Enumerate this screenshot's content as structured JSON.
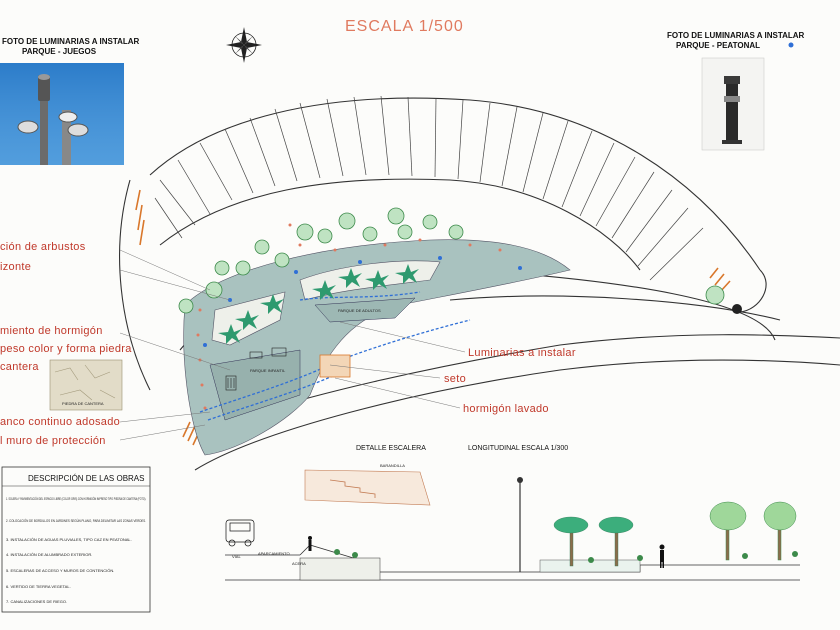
{
  "title": "ESCALA 1/500",
  "photo_left": {
    "line1": "FOTO DE LUMINARIAS A INSTALAR",
    "line2": "PARQUE - JUEGOS"
  },
  "photo_right": {
    "line1": "FOTO DE LUMINARIAS A INSTALAR",
    "line2": "PARQUE - PEATONAL"
  },
  "annotations_left": [
    "ción de arbustos",
    "izonte",
    "miento de hormigón",
    "peso color y forma piedra",
    "cantera",
    "anco continuo adosado",
    "l muro de protección"
  ],
  "annotations_right": [
    "Luminarias a instalar",
    "seto",
    "hormigón lavado"
  ],
  "plan_labels": {
    "park_adults": "PARQUE DE ADULTOS",
    "park_kids": "PARQUE INFANTIL",
    "stone_sample": "PIEDRA DE CANTERA"
  },
  "detail_stair": "DETALLE ESCALERA",
  "longitudinal": "LONGITUDINAL ESCALA 1/300",
  "section_labels": {
    "barandilla": "BARANDILLA",
    "vial": "VIAL",
    "aparcamiento": "APARCAMIENTO",
    "acera": "ACERA"
  },
  "description": {
    "header": "DESCRIPCIÓN DE LAS OBRAS",
    "items": [
      "1. SOLERA Y PAVIMENTACIÓN DEL ESPACIO LIBRE (COLOR GRIS) CON HORMIGÓN IMPRESO TIPO PIEDRA DE CANTERA (FOTO).",
      "2. COLOCACIÓN DE BORDILLOS EN JARDINES SEGÚN PLANO, PARA DELIMITAR LAS ZONAS VERDES.",
      "3. INSTALACIÓN DE AGUAS PLUVIALES, TIPO CAZ EN PEATONAL.",
      "4. INSTALACIÓN DE ALUMBRADO EXTERIOR.",
      "5. ESCALERAS DE ACCESO Y MUROS DE CONTENCIÓN.",
      "6. VERTIDO DE TIERRA VEGETAL.",
      "7. CANALIZACIONES DE RIEGO."
    ]
  },
  "colors": {
    "annotation": "#c0392b",
    "paving": "#a9c2bf",
    "tree": "#3c8a4a",
    "palm": "#2e9a6f",
    "blue_line": "#2f6fd6",
    "title": "#e07a5f"
  },
  "icons": [
    "compass-rose-icon",
    "lamp-photo-icon",
    "bollard-photo-icon",
    "car-icon",
    "person-icon"
  ]
}
